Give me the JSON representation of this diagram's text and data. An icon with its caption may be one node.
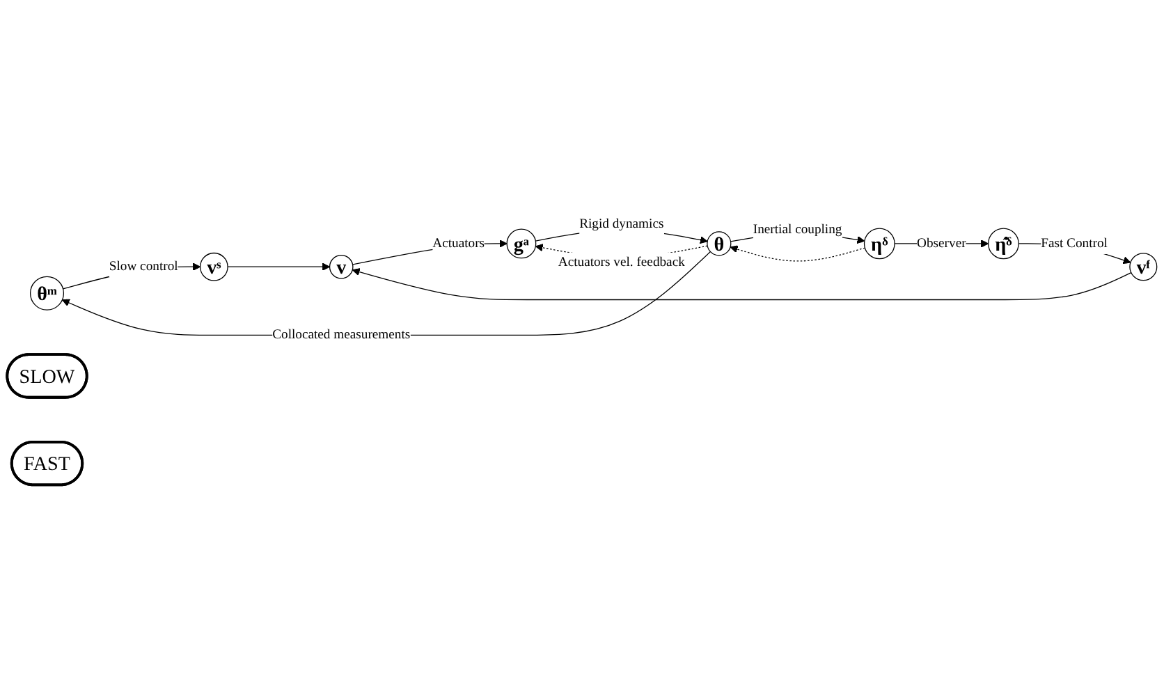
{
  "diagram": {
    "nodes": [
      {
        "text": [
          "θᵐ"
        ]
      },
      {
        "text": [
          "vˢ"
        ]
      },
      {
        "text": [
          "SLOW"
        ]
      },
      {
        "text": [
          "v"
        ]
      },
      {
        "text": [
          "gᵃ"
        ]
      },
      {
        "text": [
          "θ"
        ]
      },
      {
        "text": [
          "ηᵟ"
        ]
      },
      {
        "text": [
          "vᶠ"
        ]
      },
      {
        "text": [
          "FAST"
        ]
      },
      {
        "text": [
          "η̇̂ᵟ"
        ]
      }
    ],
    "edges": [
      {
        "from": 5,
        "to": 0,
        "arrow": "to",
        "label": "Collocated measurements"
      },
      {
        "from": 0,
        "to": 1,
        "arrow": "to",
        "label": "Slow control"
      },
      {
        "from": 1,
        "to": 3,
        "arrow": "to"
      },
      {
        "from": 3,
        "to": 4,
        "arrow": "to",
        "label": "Actuators"
      },
      {
        "from": 4,
        "to": 5,
        "arrow": "to",
        "label": "Rigid dynamics"
      },
      {
        "from": 5,
        "to": 4,
        "arrow": "to",
        "label": "Actuators vel. feedback",
        "style": "dashed"
      },
      {
        "from": 5,
        "to": 6,
        "arrow": "to",
        "label": "Inertial coupling"
      },
      {
        "from": 6,
        "to": 5,
        "arrow": "to",
        "style": "dashed"
      },
      {
        "from": 6,
        "to": 9,
        "arrow": "to",
        "label": "Observer"
      },
      {
        "from": 9,
        "to": 7,
        "arrow": "to",
        "label": "Fast Control"
      },
      {
        "from": 7,
        "to": 3,
        "arrow": "to"
      }
    ]
  }
}
